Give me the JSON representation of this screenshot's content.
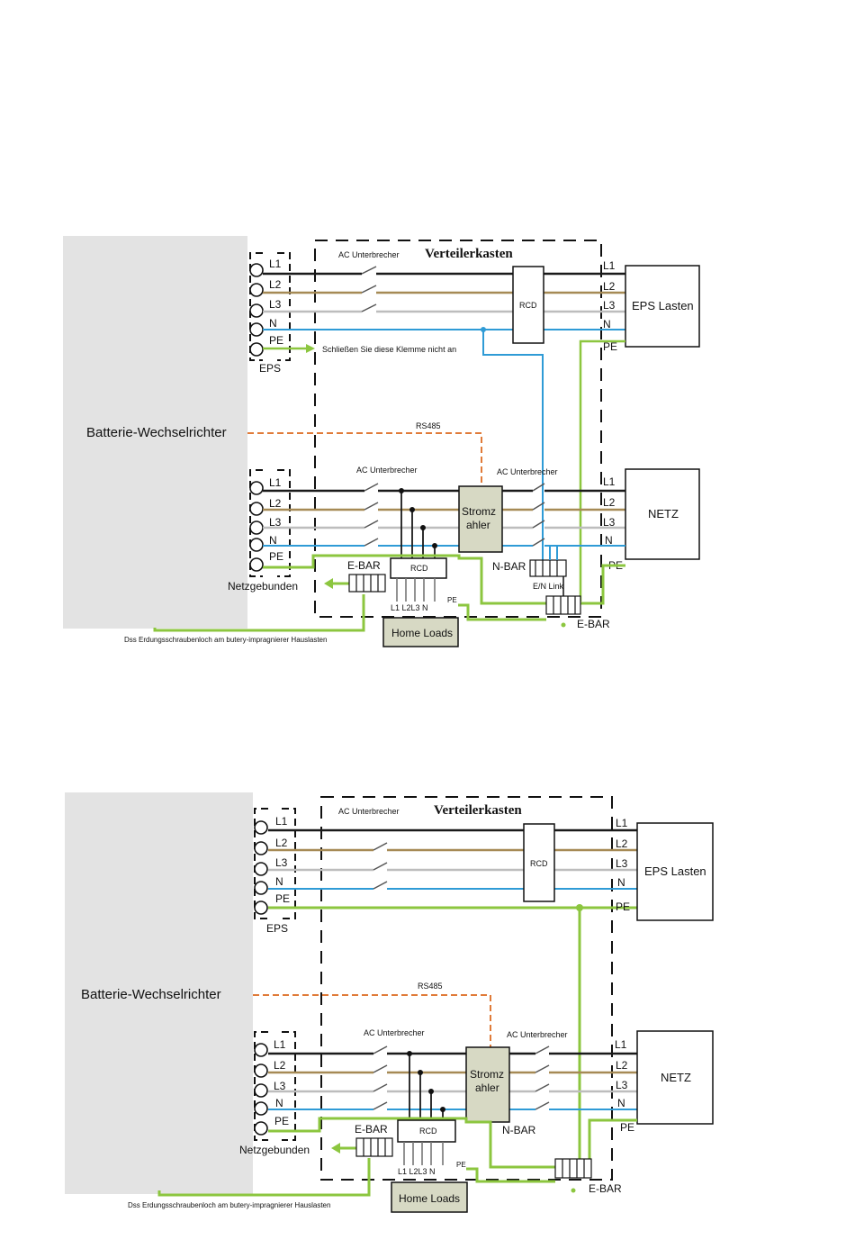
{
  "diagrams": [
    {
      "inverter_label": "Batterie-Wechselrichter",
      "distribution_box_title": "Verteilerkasten",
      "eps_group_label": "EPS",
      "grid_group_label": "Netzgebunden",
      "terminals_eps": [
        "L1",
        "L2",
        "L3",
        "N",
        "PE"
      ],
      "terminals_grid": [
        "L1",
        "L2",
        "L3",
        "N",
        "PE"
      ],
      "ac_breaker_top": "AC Unterbrecher",
      "ac_breaker_grid_left": "AC Unterbrecher",
      "ac_breaker_grid_right": "AC Unterbrecher",
      "rcd_eps": "RCD",
      "rcd_loads": "RCD",
      "meter_line1": "Stromz",
      "meter_line2": "ahler",
      "rs485": "RS485",
      "eps_loads": "EPS Lasten",
      "grid": "NETZ",
      "eps_side_labels": [
        "L1",
        "L2",
        "L3",
        "N",
        "PE"
      ],
      "grid_side_labels": [
        "L1",
        "L2",
        "L3",
        "N",
        "PE"
      ],
      "ebar_left": "E-BAR",
      "ebar_right": "E-BAR",
      "nbar": "N-BAR",
      "en_link": "E/N Link",
      "home_loads": "Home Loads",
      "load_terminals": "L1 L2L3  N",
      "pe_small": "PE",
      "pe_note": "Schließen Sie diese Klemme nicht an",
      "footer": "Dss Erdungsschraubenloch am butery-impragnierer Hauslasten"
    },
    {
      "inverter_label": "Batterie-Wechselrichter",
      "distribution_box_title": "Verteilerkasten",
      "eps_group_label": "EPS",
      "grid_group_label": "Netzgebunden",
      "terminals_eps": [
        "L1",
        "L2",
        "L3",
        "N",
        "PE"
      ],
      "terminals_grid": [
        "L1",
        "L2",
        "L3",
        "N",
        "PE"
      ],
      "ac_breaker_top": "AC Unterbrecher",
      "ac_breaker_grid_left": "AC Unterbrecher",
      "ac_breaker_grid_right": "AC Unterbrecher",
      "rcd_eps": "RCD",
      "rcd_loads": "RCD",
      "meter_line1": "Stromz",
      "meter_line2": "ahler",
      "rs485": "RS485",
      "eps_loads": "EPS Lasten",
      "grid": "NETZ",
      "eps_side_labels": [
        "L1",
        "L2",
        "L3",
        "N",
        "PE"
      ],
      "grid_side_labels": [
        "L1",
        "L2",
        "L3",
        "N",
        "PE"
      ],
      "ebar_left": "E-BAR",
      "ebar_right": "E-BAR",
      "nbar": "N-BAR",
      "en_link": "",
      "home_loads": "Home Loads",
      "load_terminals": "L1 L2L3  N",
      "pe_small": "PE",
      "pe_note": "",
      "footer": "Dss Erdungsschraubenloch am butery-impragnierer Hauslasten"
    }
  ],
  "colors": {
    "L1": "#1a1a1a",
    "L2": "#a68a55",
    "L3": "#bdbdbd",
    "N": "#2f9bd6",
    "PE": "#8cc63f",
    "rs485": "#e07b39",
    "inverter_fill": "#e3e3e3",
    "home_loads_fill": "#d7d9c4"
  }
}
